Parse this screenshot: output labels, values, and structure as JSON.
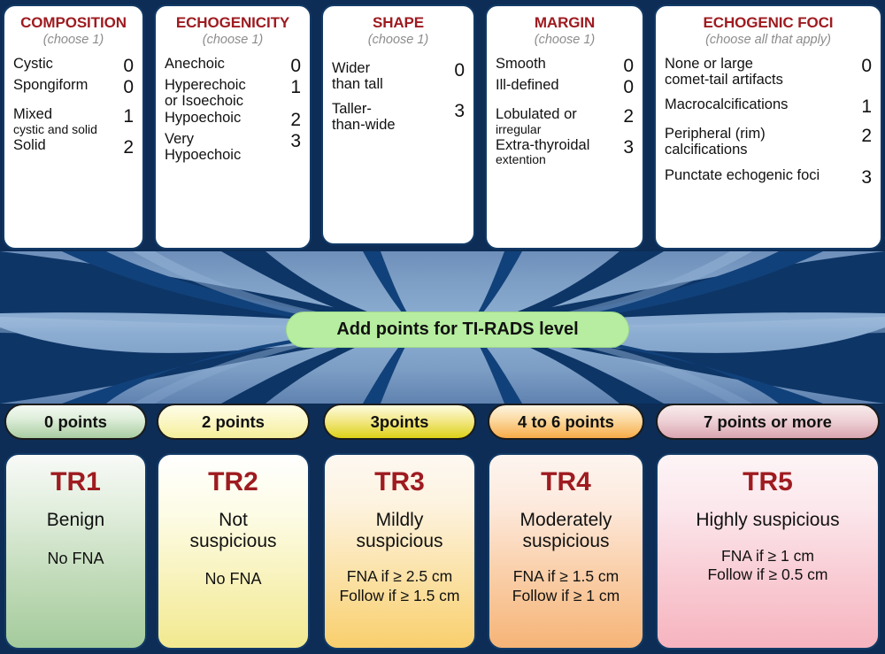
{
  "colors": {
    "background": "#0d2d56",
    "card_border": "#123a66",
    "title_red": "#9e1b20",
    "banner_green": "#b6eda0",
    "subtitle_gray": "#8c8c8c"
  },
  "criteria": [
    {
      "title": "COMPOSITION",
      "subtitle": "(choose 1)",
      "rows": [
        {
          "label": "Cystic",
          "sublabel": "",
          "points": "0",
          "gap_before": false
        },
        {
          "label": "Spongiform",
          "sublabel": "",
          "points": "0",
          "gap_before": false
        },
        {
          "label": "Mixed",
          "sublabel": "cystic and solid",
          "points": "1",
          "gap_before": true
        },
        {
          "label": "Solid",
          "sublabel": "",
          "points": "2",
          "gap_before": false
        }
      ]
    },
    {
      "title": "ECHOGENICITY",
      "subtitle": "(choose 1)",
      "rows": [
        {
          "label": "Anechoic",
          "sublabel": "",
          "points": "0",
          "gap_before": false
        },
        {
          "label": "Hyperechoic",
          "sublabel": "or Isoechoic",
          "points": "1",
          "gap_before": false
        },
        {
          "label": "Hypoechoic",
          "sublabel": "",
          "points": "2",
          "gap_before": false
        },
        {
          "label": "Very",
          "sublabel": "Hypoechoic",
          "points": "3",
          "gap_before": false
        }
      ]
    },
    {
      "title": "SHAPE",
      "subtitle": "(choose 1)",
      "rows": [
        {
          "label": "Wider",
          "sublabel": " than tall",
          "points": "0",
          "gap_before": false
        },
        {
          "label": "Taller-",
          "sublabel": "than-wide",
          "points": "3",
          "gap_before": true
        }
      ]
    },
    {
      "title": "MARGIN",
      "subtitle": "(choose 1)",
      "rows": [
        {
          "label": "Smooth",
          "sublabel": "",
          "points": "0",
          "gap_before": false
        },
        {
          "label": "Ill-defined",
          "sublabel": "",
          "points": "0",
          "gap_before": false
        },
        {
          "label": "Lobulated or",
          "sublabel": "irregular",
          "points": "2",
          "gap_before": true
        },
        {
          "label": "Extra-thyroidal",
          "sublabel": "extention",
          "points": "3",
          "gap_before": false
        }
      ]
    },
    {
      "title": "ECHOGENIC FOCI",
      "subtitle": "(choose all that apply)",
      "rows": [
        {
          "label": "None or large",
          "sublabel": "comet-tail artifacts",
          "points": "0",
          "gap_before": false
        },
        {
          "label": "Macrocalcifications",
          "sublabel": "",
          "points": "1",
          "gap_before": true
        },
        {
          "label": "Peripheral (rim)",
          "sublabel": "calcifications",
          "points": "2",
          "gap_before": true
        },
        {
          "label": "Punctate echogenic foci",
          "sublabel": "",
          "points": "3",
          "gap_before": true
        }
      ]
    }
  ],
  "banner": {
    "label": "Add points for TI-RADS level"
  },
  "points_pills": [
    {
      "label": "0 points",
      "color_top": "#f2f8f0",
      "color_bottom": "#a8ccA0"
    },
    {
      "label": "2 points",
      "color_top": "#fdfdf0",
      "color_bottom": "#f7f0a8"
    },
    {
      "label": "3points",
      "color_top": "#fcfbd8",
      "color_bottom": "#e3d81a"
    },
    {
      "label": "4 to 6 points",
      "color_top": "#fdf3dd",
      "color_bottom": "#f8b košulja"
    },
    {
      "label": "7 points or more",
      "color_top": "#f7e9e9",
      "color_bottom": "#dfa6b0"
    }
  ],
  "tr_cards": [
    {
      "name": "TR1",
      "description": "Benign",
      "actions": [
        "No FNA"
      ],
      "grad_top": "#f7f9f6",
      "grad_bottom": "#a9cda2"
    },
    {
      "name": "TR2",
      "description": "Not\nsuspicious",
      "actions": [
        "No FNA"
      ],
      "grad_top": "#fefef4",
      "grad_bottom": "#f5eda2"
    },
    {
      "name": "TR3",
      "description": "Mildly\nsuspicious",
      "actions": [
        "FNA if ≥ 2.5 cm",
        "Follow if ≥ 1.5 cm"
      ],
      "grad_top": "#fdf6ef",
      "grad_bottom": "#f9d36a"
    },
    {
      "name": "TR4",
      "description": "Moderately\nsuspicious",
      "actions": [
        "FNA if ≥ 1.5 cm",
        "Follow if ≥ 1 cm"
      ],
      "grad_top": "#fdf1ea",
      "grad_bottom": "#f6b878"
    },
    {
      "name": "TR5",
      "description": "Highly suspicious",
      "actions": [
        "FNA if ≥ 1 cm",
        "Follow if ≥ 0.5 cm"
      ],
      "grad_top": "#fdf1f4",
      "grad_bottom": "#f7b9c2"
    }
  ]
}
